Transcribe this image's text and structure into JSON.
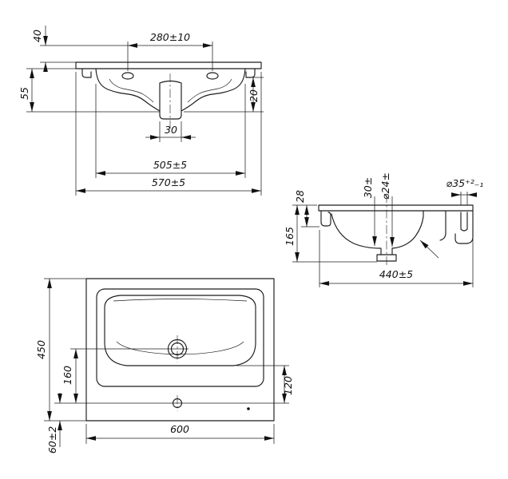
{
  "colors": {
    "background": "#ffffff",
    "line": "#1c1c1c"
  },
  "front": {
    "hole_spacing": "280±10",
    "h40": "40",
    "h55": "55",
    "h20": "20",
    "w30": "30",
    "w505": "505±5",
    "w570": "570±5"
  },
  "side": {
    "h28": "28",
    "h165": "165",
    "d30": "30±",
    "d24": "⌀24±",
    "d35": "⌀35⁺²₋₁",
    "w440": "440±5"
  },
  "plan": {
    "h450": "450",
    "h160": "160",
    "h120": "120",
    "w600": "600",
    "h60": "60±2"
  }
}
